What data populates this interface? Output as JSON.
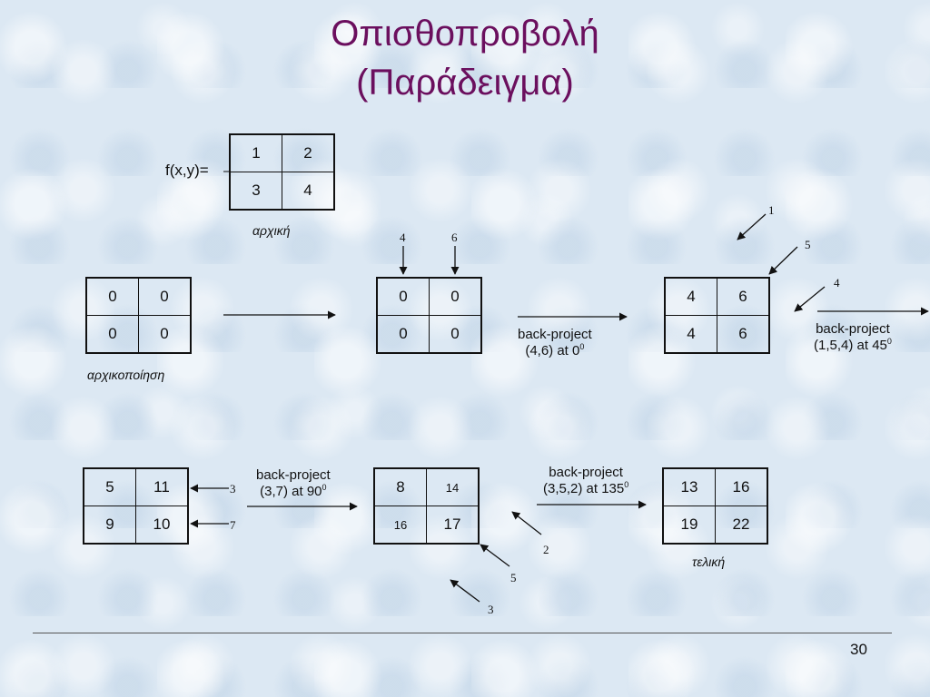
{
  "title": {
    "line1": "Οπισθοπροβολή",
    "line2": "(Παράδειγμα)"
  },
  "fxy": {
    "label": "f(x,y)=",
    "cells": [
      "1",
      "2",
      "3",
      "4"
    ],
    "caption": "αρχική"
  },
  "init": {
    "cells": [
      "0",
      "0",
      "0",
      "0"
    ],
    "caption": "αρχικοποίηση"
  },
  "step1": {
    "cells": [
      "0",
      "0",
      "0",
      "0"
    ],
    "proj_values": [
      "4",
      "6"
    ],
    "op_line1": "back-project",
    "op_line2_text": "(4,6) at 0",
    "op_line2_sup": "0"
  },
  "step2": {
    "cells": [
      "4",
      "6",
      "4",
      "6"
    ],
    "proj_values": [
      "1",
      "5",
      "4"
    ],
    "op_line1": "back-project",
    "op_line2_text": "(1,5,4) at 45",
    "op_line2_sup": "0"
  },
  "step3": {
    "cells": [
      "5",
      "11",
      "9",
      "10"
    ],
    "proj_values": [
      "3",
      "7"
    ],
    "op_line1": "back-project",
    "op_line2_text": "(3,7) at 90",
    "op_line2_sup": "0"
  },
  "step4": {
    "cells": [
      "8",
      "14",
      "16",
      "17"
    ],
    "proj_values": [
      "2",
      "5",
      "3"
    ],
    "op_line1": "back-project",
    "op_line2_text": "(3,5,2) at 135",
    "op_line2_sup": "0"
  },
  "final": {
    "cells": [
      "13",
      "16",
      "19",
      "22"
    ],
    "caption": "τελική"
  },
  "page_number": "30"
}
